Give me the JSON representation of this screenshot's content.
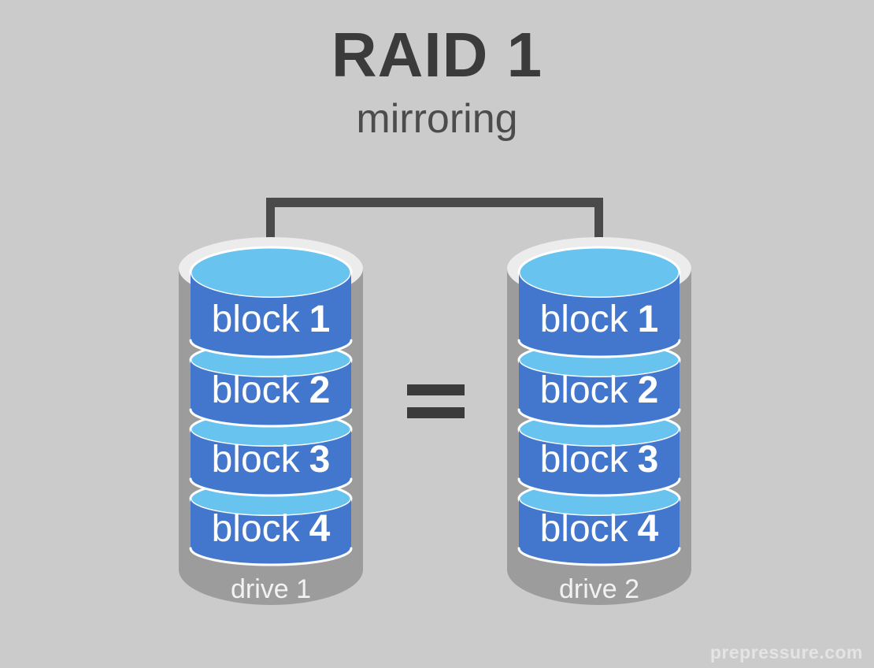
{
  "diagram": {
    "title": "RAID 1",
    "subtitle": "mirroring",
    "equals": "=",
    "watermark": "prepressure.com"
  },
  "drives": [
    {
      "label": "drive 1",
      "blocks": [
        {
          "word": "block",
          "num": "1"
        },
        {
          "word": "block",
          "num": "2"
        },
        {
          "word": "block",
          "num": "3"
        },
        {
          "word": "block",
          "num": "4"
        }
      ]
    },
    {
      "label": "drive 2",
      "blocks": [
        {
          "word": "block",
          "num": "1"
        },
        {
          "word": "block",
          "num": "2"
        },
        {
          "word": "block",
          "num": "3"
        },
        {
          "word": "block",
          "num": "4"
        }
      ]
    }
  ],
  "colors": {
    "background": "#cbcbcb",
    "title_text": "#3b3b3b",
    "subtitle_text": "#4c4c4c",
    "band_blue": "#4377cd",
    "disc_light_blue": "#68c3ef",
    "casing_gray": "#9c9c9c",
    "casing_rim": "#ececec",
    "connector_dark": "#4a4a4a",
    "equals_dark": "#3b3b3b",
    "block_label_white": "#ffffff",
    "watermark_gray": "#e4e4e4"
  }
}
